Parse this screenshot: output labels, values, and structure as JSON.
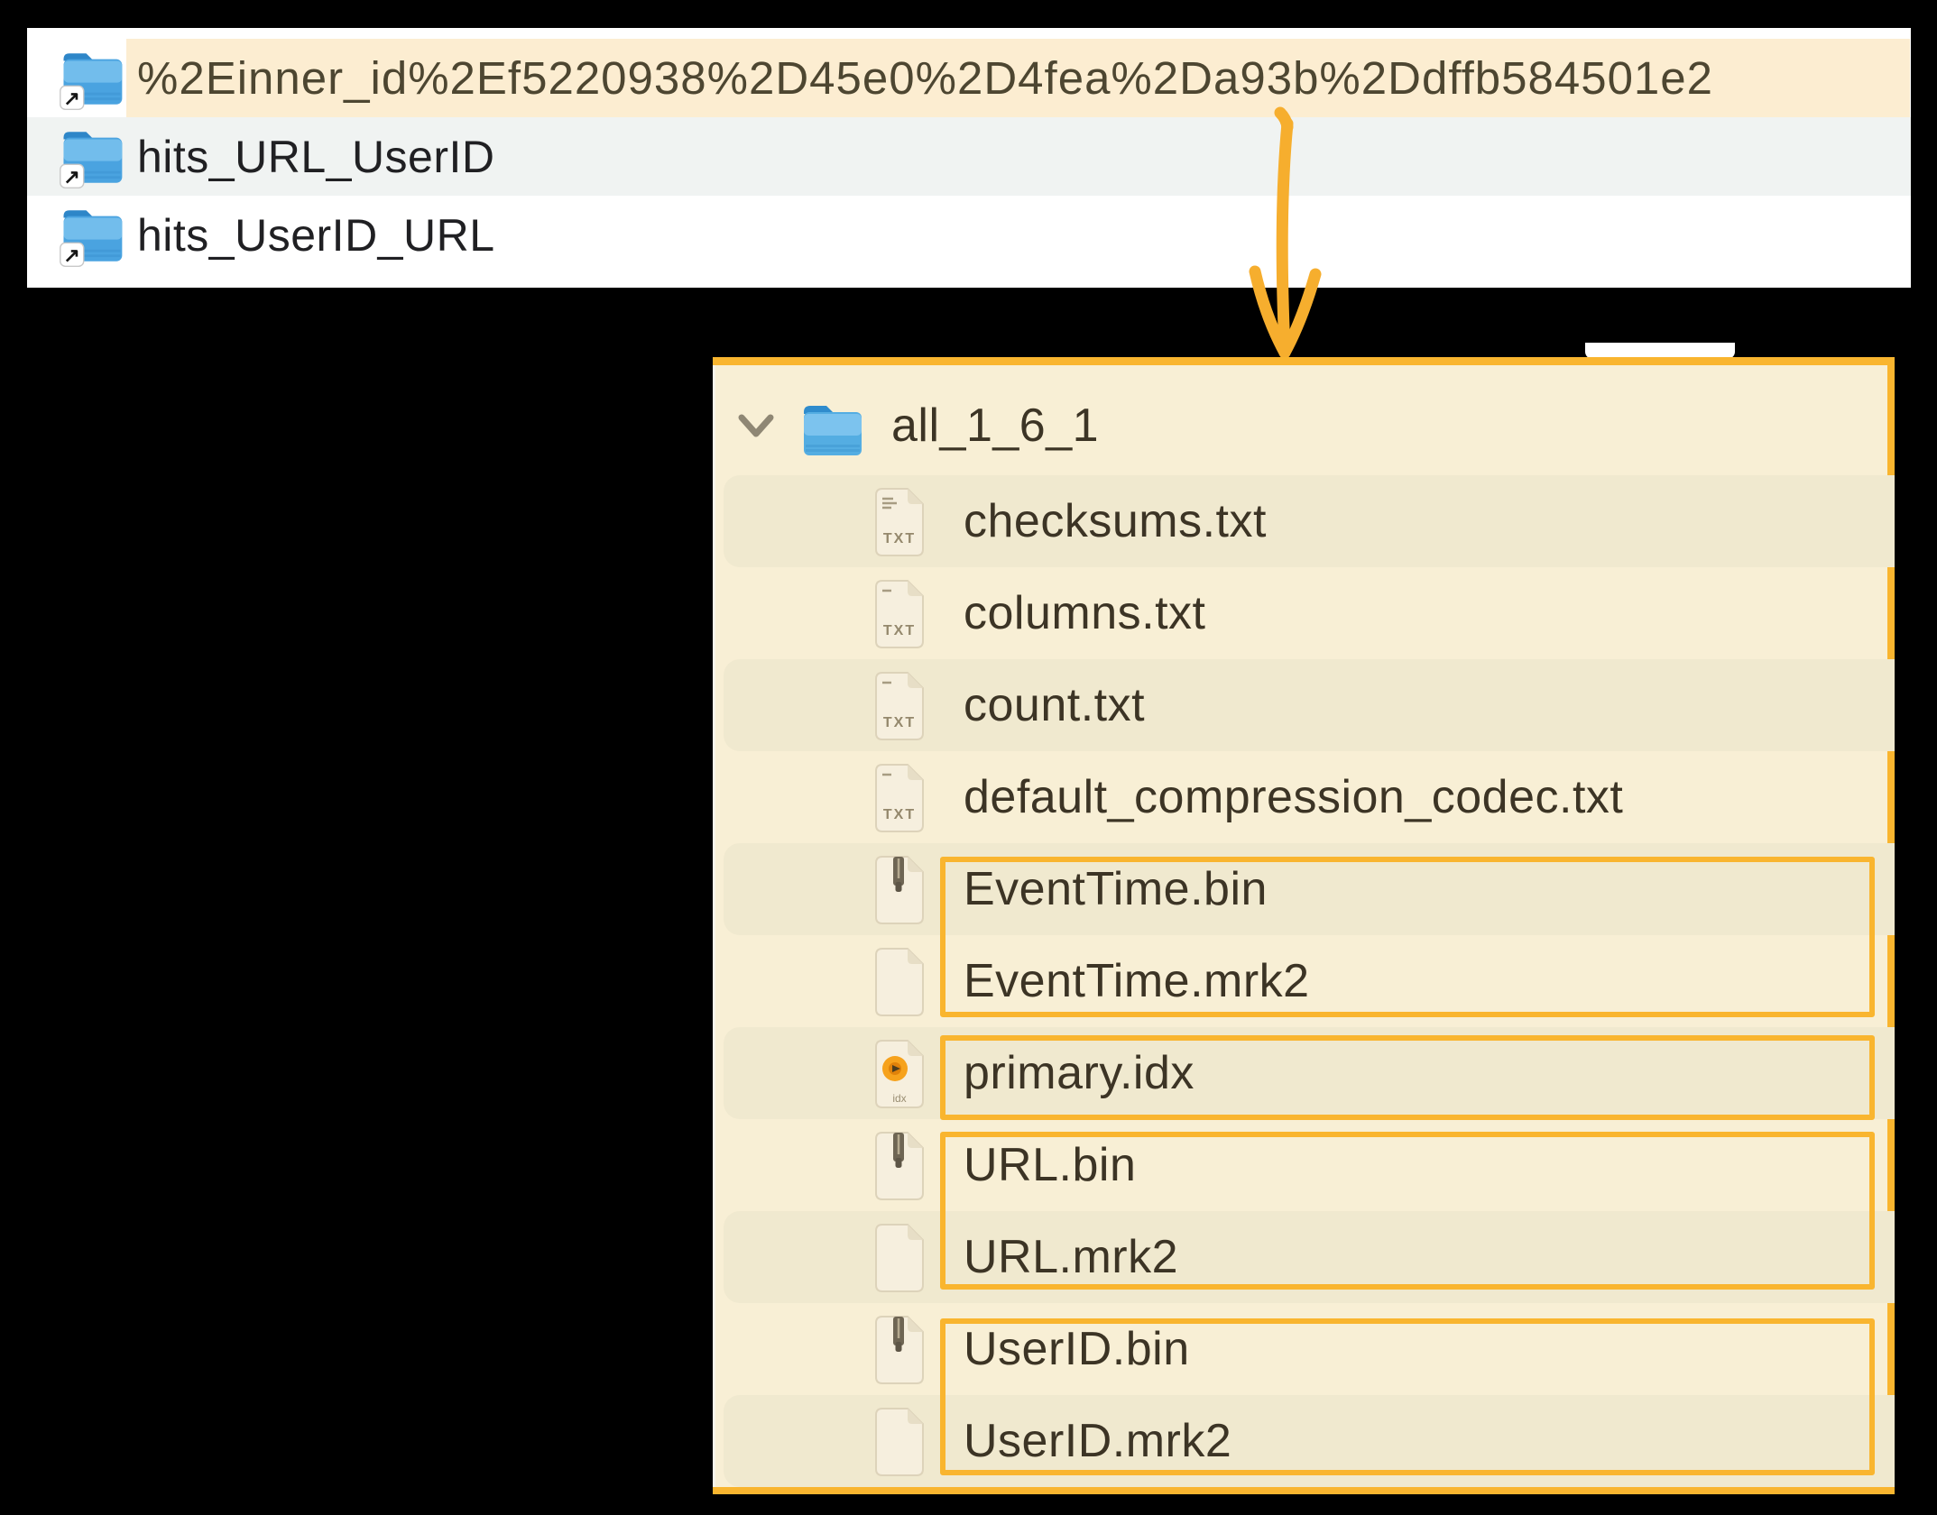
{
  "colors": {
    "accent_orange": "#F9B52F",
    "panel_cream": "#F8EFD5",
    "row_stripe_cream": "#F0E9CF",
    "selected_row_cream": "#FCEDD1",
    "alt_row_gray": "#F0F3F2",
    "finder_bg": "#FFFFFF",
    "tree_text": "#3C3425"
  },
  "finder_list": {
    "rows": [
      {
        "label": "%2Einner_id%2Ef5220938%2D45e0%2D4fea%2Da93b%2Ddffb584501e2",
        "icon": "alias-folder-icon",
        "highlighted": true
      },
      {
        "label": "hits_URL_UserID",
        "icon": "alias-folder-icon",
        "highlighted": false
      },
      {
        "label": "hits_UserID_URL",
        "icon": "alias-folder-icon",
        "highlighted": false
      }
    ]
  },
  "annotation": {
    "arrow_color": "#F6AE2E"
  },
  "tree_panel": {
    "root": {
      "label": "all_1_6_1",
      "icon": "folder-icon",
      "expanded": true
    },
    "files": [
      {
        "name": "checksums.txt",
        "icon": "txt-file-icon"
      },
      {
        "name": "columns.txt",
        "icon": "txt-file-icon"
      },
      {
        "name": "count.txt",
        "icon": "txt-file-icon"
      },
      {
        "name": "default_compression_codec.txt",
        "icon": "txt-file-icon"
      },
      {
        "name": "EventTime.bin",
        "icon": "bin-file-icon"
      },
      {
        "name": "EventTime.mrk2",
        "icon": "mrk2-file-icon"
      },
      {
        "name": "primary.idx",
        "icon": "idx-file-icon"
      },
      {
        "name": "URL.bin",
        "icon": "bin-file-icon"
      },
      {
        "name": "URL.mrk2",
        "icon": "mrk2-file-icon"
      },
      {
        "name": "UserID.bin",
        "icon": "bin-file-icon"
      },
      {
        "name": "UserID.mrk2",
        "icon": "mrk2-file-icon"
      }
    ],
    "txt_icon_badge": "TXT",
    "idx_icon_badge": "idx",
    "highlight_boxes": [
      {
        "files": [
          "EventTime.bin",
          "EventTime.mrk2"
        ]
      },
      {
        "files": [
          "primary.idx"
        ]
      },
      {
        "files": [
          "URL.bin",
          "URL.mrk2"
        ]
      },
      {
        "files": [
          "UserID.bin",
          "UserID.mrk2"
        ]
      }
    ]
  }
}
